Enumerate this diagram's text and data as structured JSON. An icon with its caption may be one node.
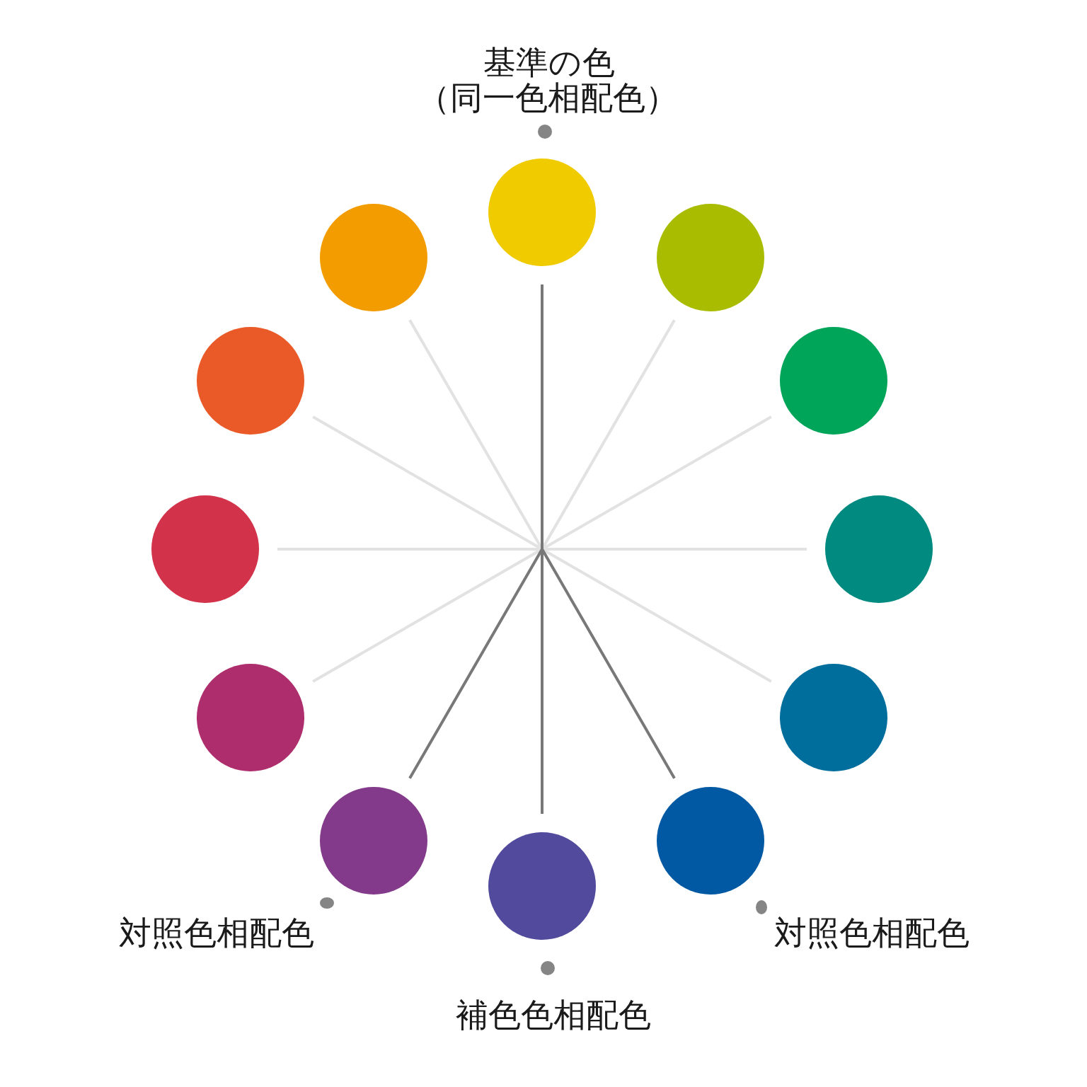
{
  "diagram": {
    "nodes": [
      {
        "text": [],
        "shape": "circle",
        "beside": [
          "基準の色",
          "（同一色相配色）"
        ]
      },
      {
        "text": [],
        "shape": "circle"
      },
      {
        "text": [],
        "shape": "circle"
      },
      {
        "text": [],
        "shape": "circle"
      },
      {
        "text": [],
        "shape": "circle"
      },
      {
        "text": [],
        "shape": "circle",
        "beside": [
          "対照色相配色"
        ]
      },
      {
        "text": [],
        "shape": "circle",
        "beside": [
          "補色色相配色"
        ]
      },
      {
        "text": [],
        "shape": "circle",
        "beside": [
          "対照色相配色"
        ]
      },
      {
        "text": [],
        "shape": "circle"
      },
      {
        "text": [],
        "shape": "circle"
      },
      {
        "text": [],
        "shape": "circle"
      },
      {
        "text": [],
        "shape": "circle"
      }
    ],
    "edges": [
      {
        "from": null,
        "to": 0,
        "arrow": "none",
        "color": "#787878"
      },
      {
        "from": null,
        "to": 1,
        "arrow": "none"
      },
      {
        "from": null,
        "to": 2,
        "arrow": "none"
      },
      {
        "from": null,
        "to": 3,
        "arrow": "none"
      },
      {
        "from": null,
        "to": 4,
        "arrow": "none"
      },
      {
        "from": null,
        "to": 5,
        "arrow": "none",
        "color": "#787878"
      },
      {
        "from": null,
        "to": 6,
        "arrow": "none",
        "color": "#787878"
      },
      {
        "from": null,
        "to": 7,
        "arrow": "none",
        "color": "#787878"
      },
      {
        "from": null,
        "to": 8,
        "arrow": "none"
      },
      {
        "from": null,
        "to": 9,
        "arrow": "none"
      },
      {
        "from": null,
        "to": 10,
        "arrow": "none"
      },
      {
        "from": null,
        "to": 11,
        "arrow": "none"
      }
    ]
  }
}
